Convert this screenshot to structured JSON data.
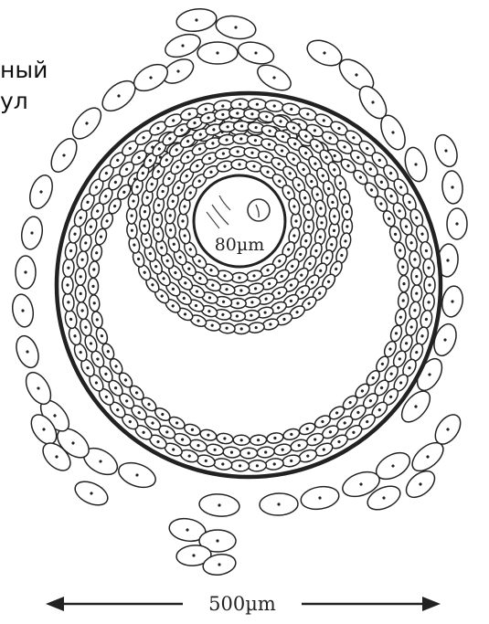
{
  "labels": {
    "caption_fragment_1": "ный",
    "caption_fragment_2": "ул",
    "inner_scale": "80µm",
    "outer_scale": "500µm"
  },
  "colors": {
    "ink": "#222222",
    "background": "#ffffff",
    "cell_fill": "#ffffff"
  },
  "structures": [
    {
      "name": "oocyte",
      "icon": "oocyte-circle"
    },
    {
      "name": "cumulus-oophorus",
      "icon": "cell-cluster"
    },
    {
      "name": "antrum",
      "icon": "fluid-cavity"
    },
    {
      "name": "basement-membrane",
      "icon": "thick-ring"
    },
    {
      "name": "theca-layer",
      "icon": "outer-cells"
    }
  ]
}
